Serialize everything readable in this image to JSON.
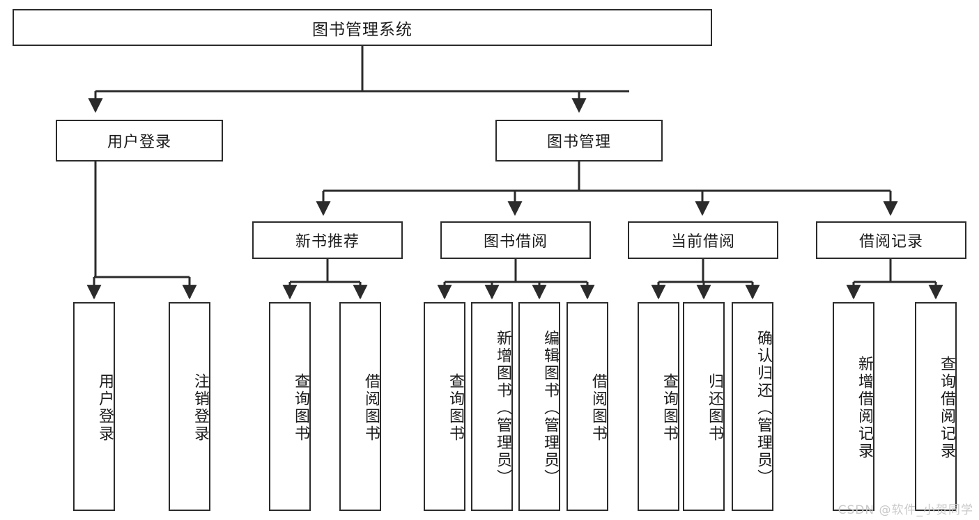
{
  "diagram": {
    "title": "图书管理系统",
    "type": "tree-hierarchy-chart",
    "colors": {
      "box_border": "#2b2b2b",
      "box_fill": "#ffffff",
      "connector": "#2b2b2b",
      "text": "#1b1b1b",
      "watermark": "#c9c9c9",
      "background": "#ffffff"
    },
    "levels": {
      "root": {
        "label": "图书管理系统"
      },
      "level2": [
        {
          "label": "用户登录"
        },
        {
          "label": "图书管理"
        }
      ],
      "level3": [
        {
          "label": "新书推荐"
        },
        {
          "label": "图书借阅"
        },
        {
          "label": "当前借阅"
        },
        {
          "label": "借阅记录"
        }
      ],
      "leaves": {
        "user_login": [
          {
            "label": "用户登录"
          },
          {
            "label": "注销登录"
          }
        ],
        "new_book_recommend": [
          {
            "label": "查询图书"
          },
          {
            "label": "借阅图书"
          }
        ],
        "book_borrow": [
          {
            "label": "查询图书"
          },
          {
            "label": "新增图书（管理员）"
          },
          {
            "label": "编辑图书（管理员）"
          },
          {
            "label": "借阅图书"
          }
        ],
        "current_borrow": [
          {
            "label": "查询图书"
          },
          {
            "label": "归还图书"
          },
          {
            "label": "确认归还（管理员）"
          }
        ],
        "borrow_record": [
          {
            "label": "新增借阅记录"
          },
          {
            "label": "查询借阅记录"
          }
        ]
      }
    },
    "watermark": "CSDN @软件_小贺同学"
  }
}
